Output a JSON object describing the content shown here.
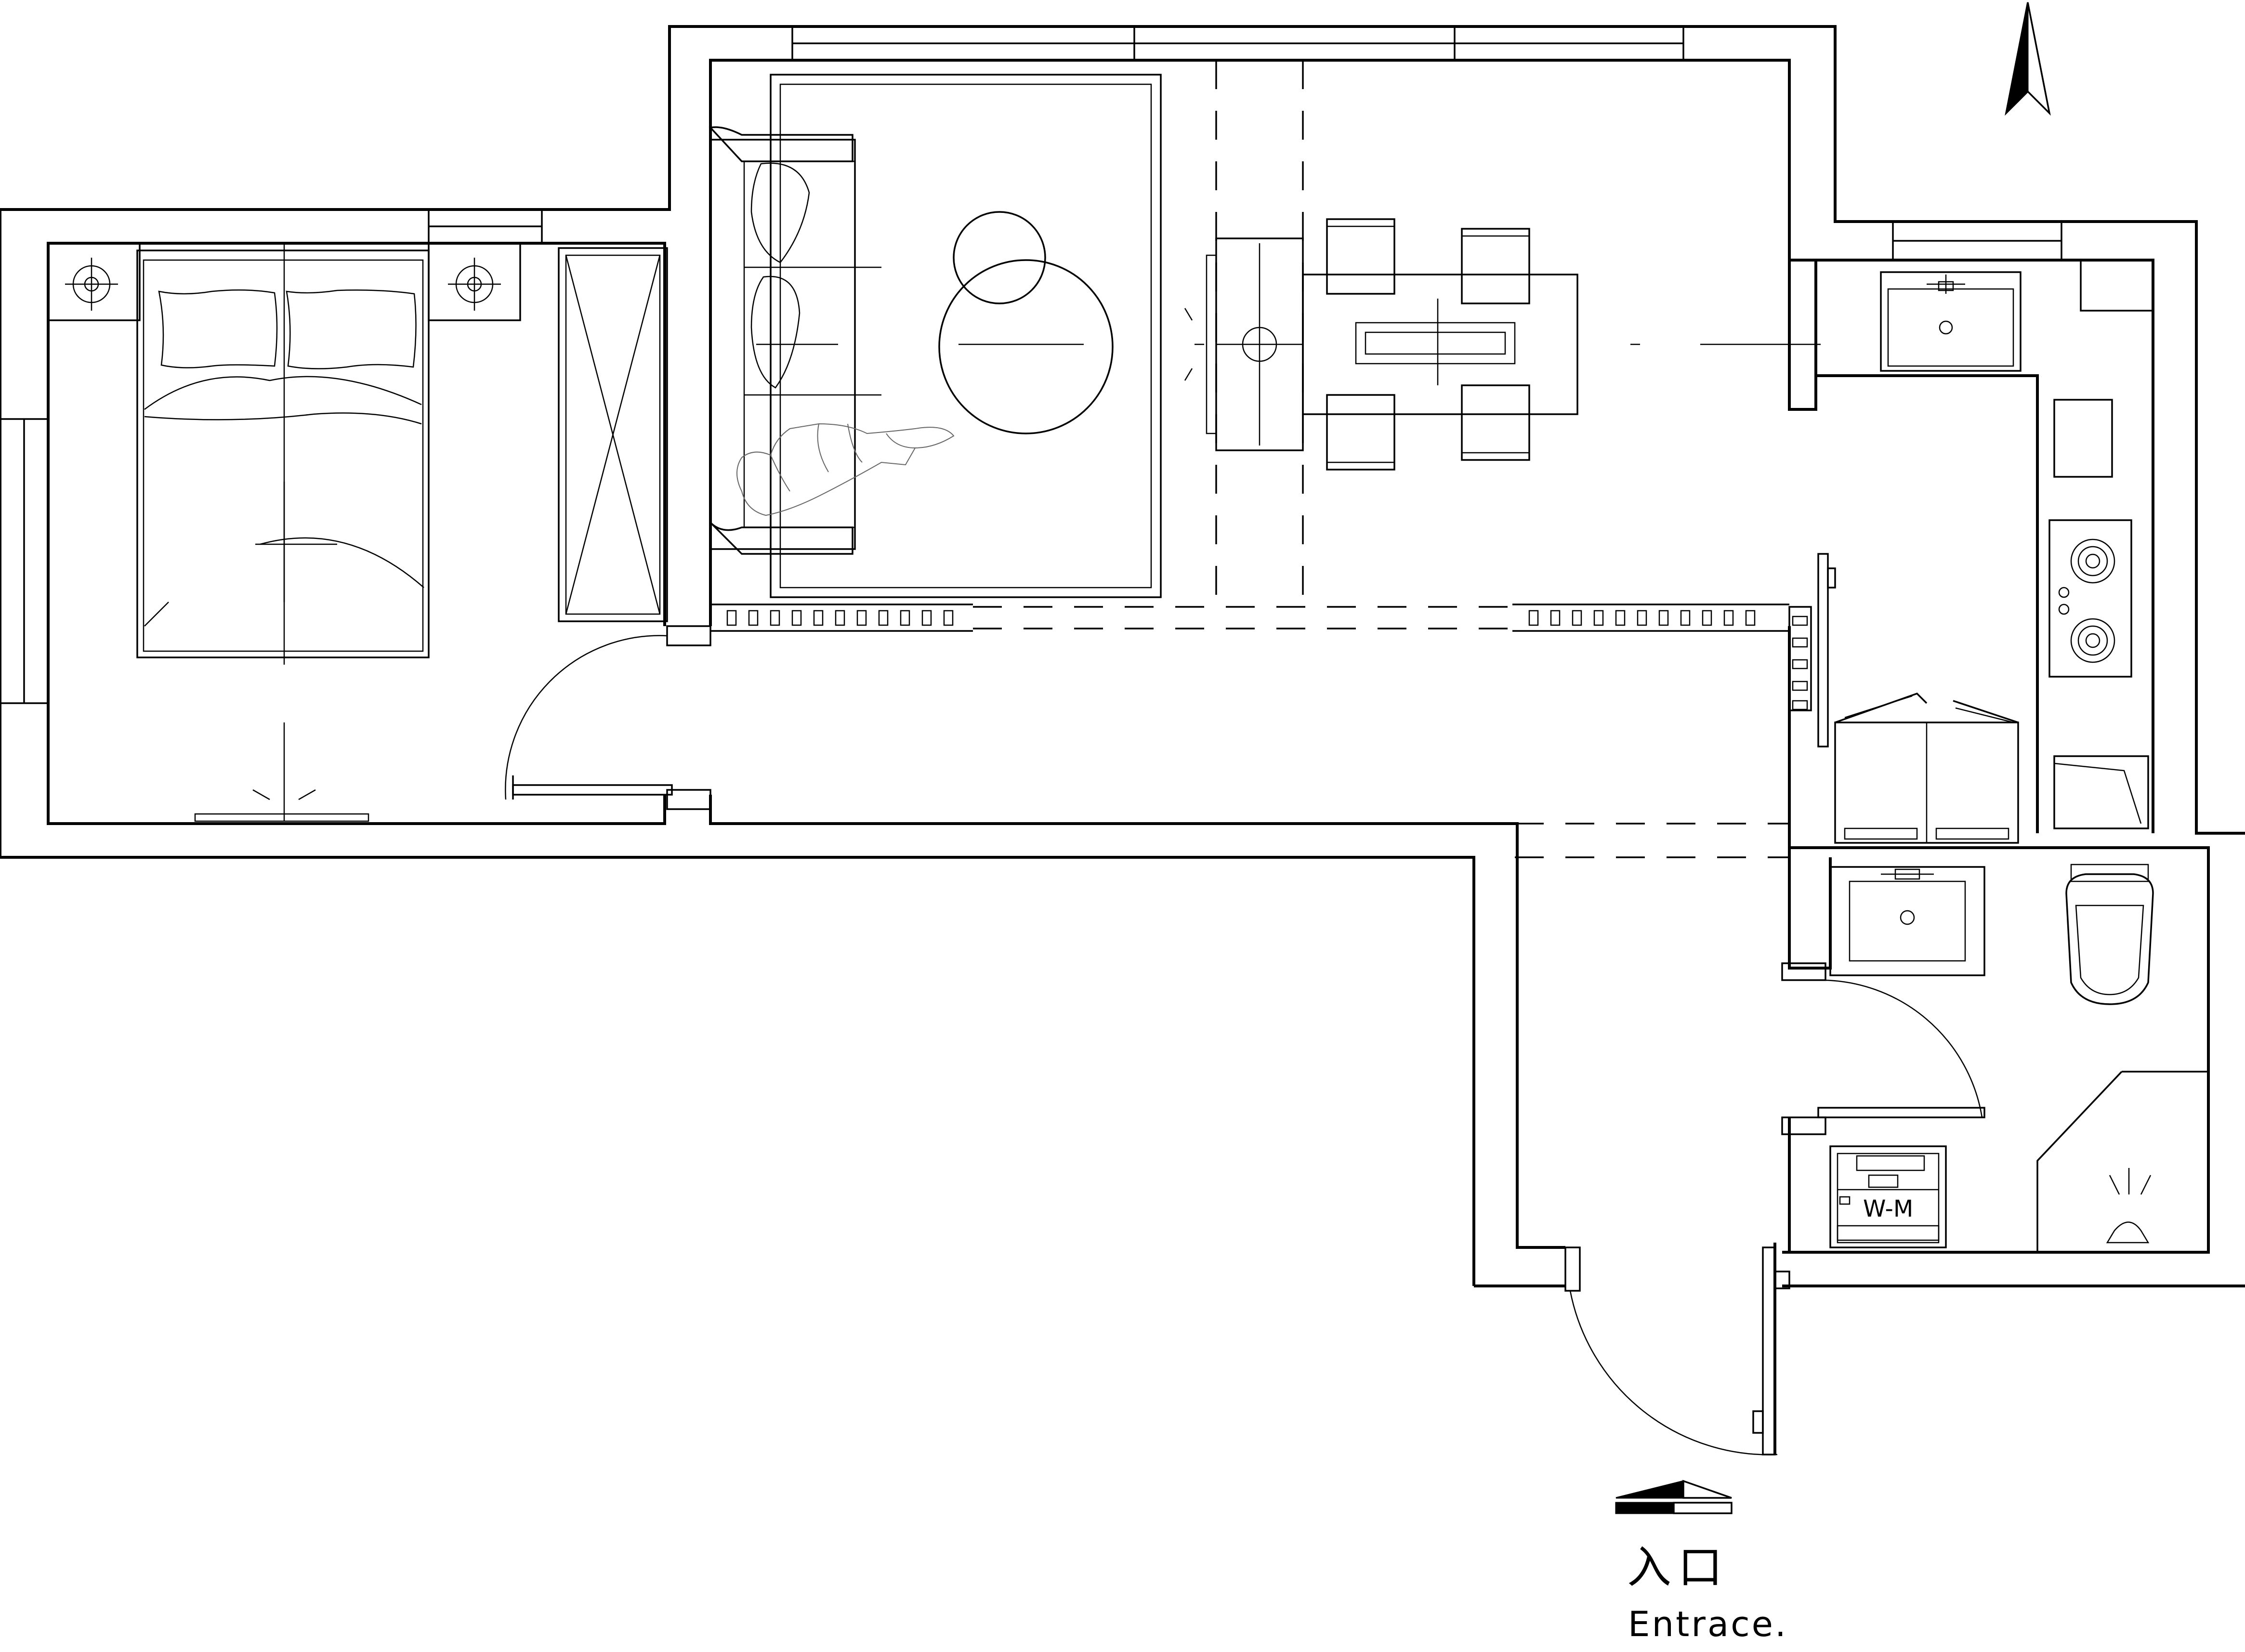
{
  "plan": {
    "entrance_label_cn": "入口",
    "entrance_label_en": "Entrace.",
    "washing_machine_label": "W-M",
    "north_arrow_icon": "north-arrow-icon",
    "colors": {
      "line": "#000000",
      "background": "#ffffff",
      "figure": "#666666"
    }
  }
}
